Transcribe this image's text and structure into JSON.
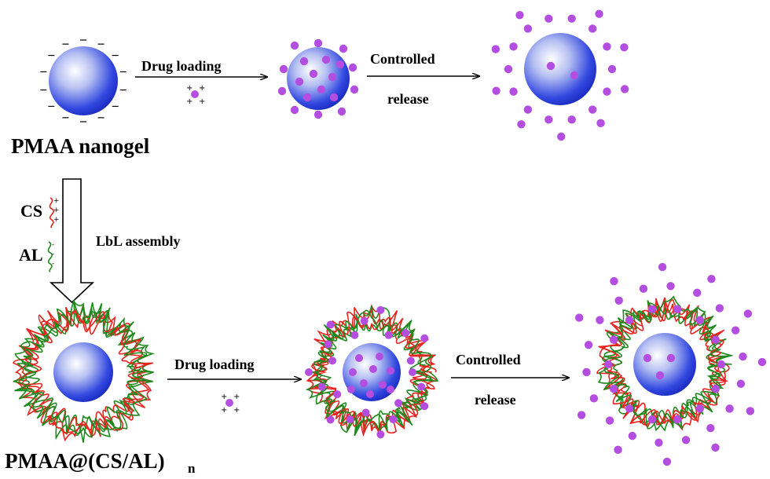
{
  "labels": {
    "drug_loading_top": "Drug  loading",
    "controlled_top": "Controlled",
    "release_top": "release",
    "pmaa_nanogel": "PMAA nanogel",
    "cs": "CS",
    "al": "AL",
    "lbl_assembly": "LbL assembly",
    "drug_loading_bottom": "Drug  loading",
    "controlled_bottom": "Controlled",
    "release_bottom": "release",
    "pmaa_cs_al": "PMAA@(CS/AL)",
    "pmaa_cs_al_subscript": "n"
  },
  "colors": {
    "sphere_dark": "#1a2fd6",
    "sphere_light": "#ffffff",
    "drug_purple": "#b44ee0",
    "cs_red": "#e8231e",
    "al_green": "#1d8a1d",
    "arrow": "#000000"
  }
}
